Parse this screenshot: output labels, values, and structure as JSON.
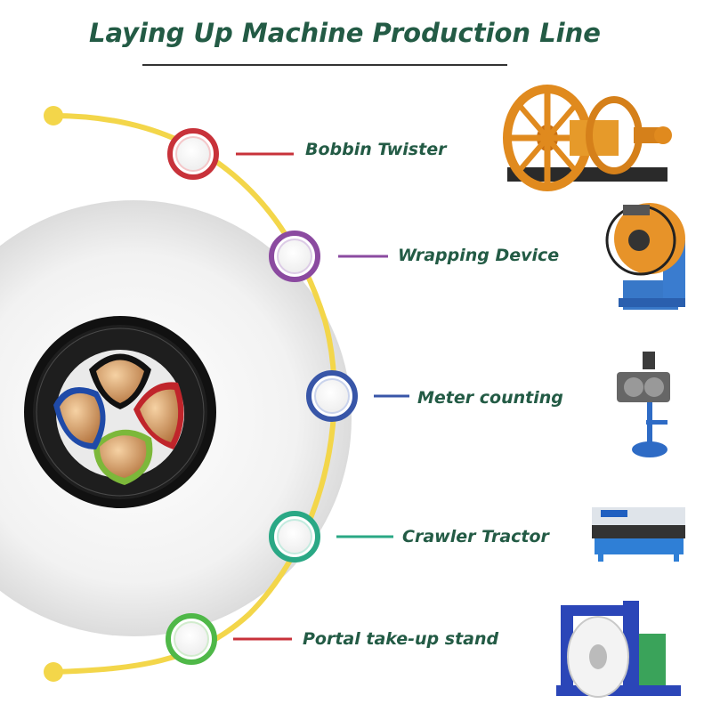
{
  "title": "Laying Up Machine Production Line",
  "colors": {
    "title": "#235b45",
    "track": "#f3d64a",
    "red": "#c8323a",
    "purple": "#8b4aa0",
    "blue": "#3856a8",
    "green": "#2aa885",
    "lime": "#4fb848"
  },
  "steps": [
    {
      "label": "Bobbin Twister",
      "icon": "bobbin-twister-machine",
      "color": "#c8323a"
    },
    {
      "label": "Wrapping Device",
      "icon": "wrapping-device-machine",
      "color": "#8b4aa0"
    },
    {
      "label": "Meter counting",
      "icon": "meter-counter-machine",
      "color": "#3856a8"
    },
    {
      "label": "Crawler Tractor",
      "icon": "crawler-tractor-machine",
      "color": "#2aa885"
    },
    {
      "label": "Portal take-up stand",
      "icon": "portal-take-up-stand-machine",
      "color": "#4fb848"
    }
  ]
}
